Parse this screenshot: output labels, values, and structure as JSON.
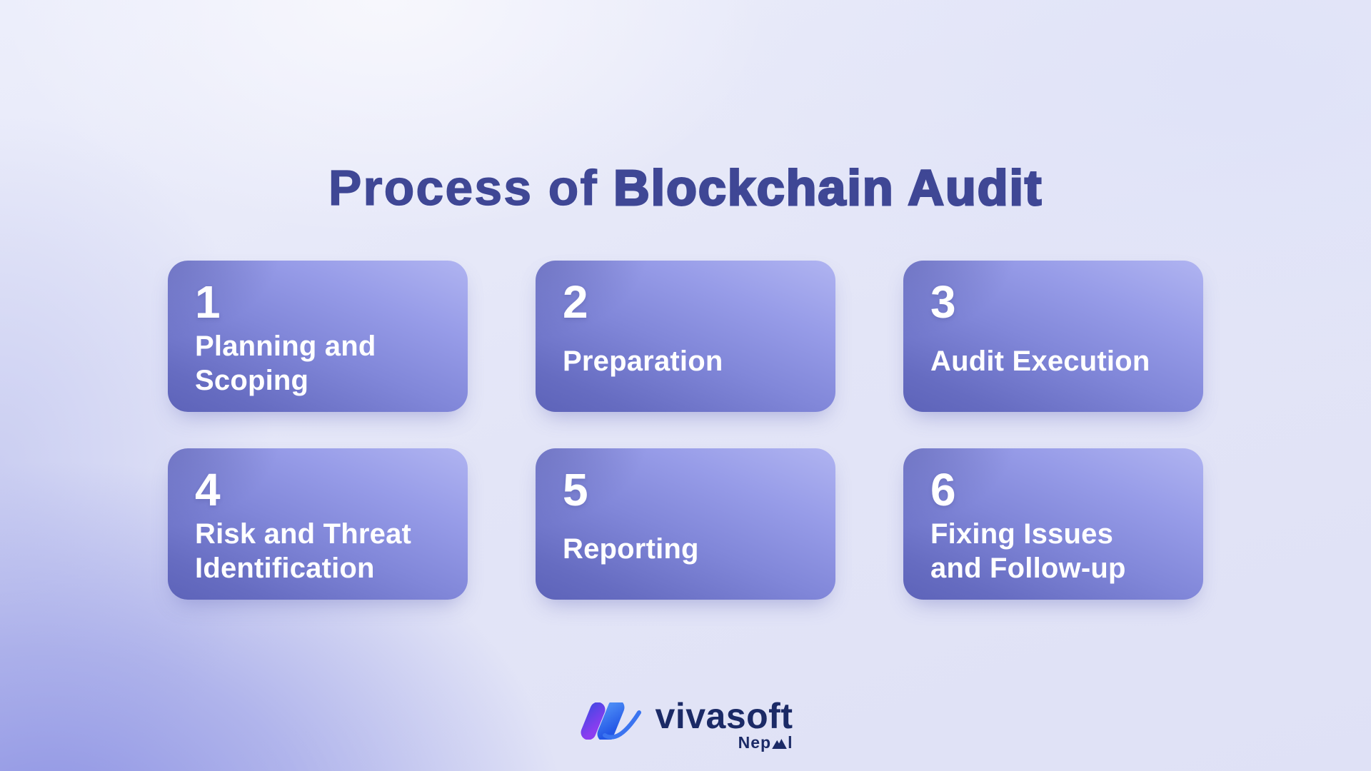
{
  "title": {
    "regular": "Process of ",
    "bold": "Blockchain Audit"
  },
  "steps": [
    {
      "number": "1",
      "label": "Planning and\nScoping"
    },
    {
      "number": "2",
      "label": "Preparation"
    },
    {
      "number": "3",
      "label": "Audit Execution"
    },
    {
      "number": "4",
      "label": "Risk and Threat\nIdentification"
    },
    {
      "number": "5",
      "label": "Reporting"
    },
    {
      "number": "6",
      "label": "Fixing Issues\nand Follow-up"
    }
  ],
  "footer": {
    "brand": "vivasoft",
    "region": "Nepal",
    "region_prefix": "Nep",
    "region_suffix": "l",
    "mountain_icon": "mountain-icon"
  },
  "colors": {
    "title_text": "#3f4795",
    "card_gradient_light": "#b0b4f1",
    "card_gradient_dark": "#5d63b9",
    "card_text": "#ffffff",
    "brand_navy": "#1b2a66",
    "mark_purple_start": "#4f46e5",
    "mark_purple_end": "#8b3df0",
    "mark_blue_start": "#4b8bf5",
    "mark_blue_end": "#2457e6",
    "background_base": "#e6e8f8",
    "background_glow": "#8f95e4"
  }
}
